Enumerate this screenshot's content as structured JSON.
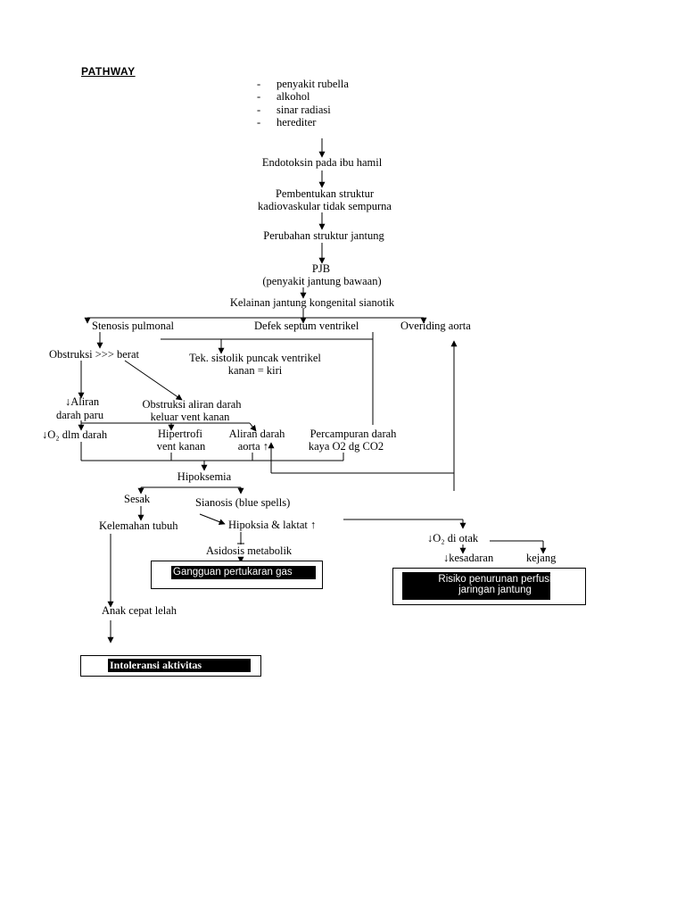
{
  "title": "PATHWAY",
  "causes": [
    "penyakit rubella",
    "alkohol",
    "sinar radiasi",
    "herediter"
  ],
  "causes_bullet": "-",
  "nodes": {
    "endotoksin": "Endotoksin pada ibu hamil",
    "pembentukan_1": "Pembentukan struktur",
    "pembentukan_2": "kadiovaskular tidak sempurna",
    "perubahan": "Perubahan struktur jantung",
    "pjb_1": "PJB",
    "pjb_2": "(penyakit jantung bawaan)",
    "kelainan": "Kelainan jantung kongenital sianotik",
    "stenosis": "Stenosis pulmonal",
    "defek": "Defek septum ventrikel",
    "overiding": "Overiding aorta",
    "obstruksi": "Obstruksi >>> berat",
    "tek_1": "Tek. sistolik puncak ventrikel",
    "tek_2": "kanan = kiri",
    "aliran_paru_1": "↓Aliran",
    "aliran_paru_2": "darah paru",
    "obstruksi_aliran_1": "Obstruksi aliran darah",
    "obstruksi_aliran_2": "keluar vent kanan",
    "o2_darah": "↓O₂ dlm darah",
    "hipertrofi_1": "Hipertrofi",
    "hipertrofi_2": "vent kanan",
    "aliran_aorta_1": "Aliran darah",
    "aliran_aorta_2": "aorta ↑↑",
    "percampuran_1": "Percampuran darah",
    "percampuran_2": "kaya O2 dg CO2",
    "hipoksemia": "Hipoksemia",
    "sesak": "Sesak",
    "sianosis": "Sianosis (blue spells)",
    "kelemahan": "Kelemahan tubuh",
    "hipoksia": "Hipoksia & laktat  ↑",
    "o2_otak": "↓O₂  di otak",
    "asidosis": "Asidosis metabolik",
    "kesadaran": "↓kesadaran",
    "kejang": "kejang",
    "anak_lelah": "Anak cepat lelah"
  },
  "diagnoses": {
    "gangguan": "Gangguan pertukaran gas",
    "risiko_1": "Risiko penurunan perfusi",
    "risiko_2": "jaringan jantung",
    "intoleransi": "Intoleransi aktivitas"
  },
  "colors": {
    "line": "#000000",
    "bar": "#000000",
    "text": "#000000",
    "background": "#ffffff"
  }
}
